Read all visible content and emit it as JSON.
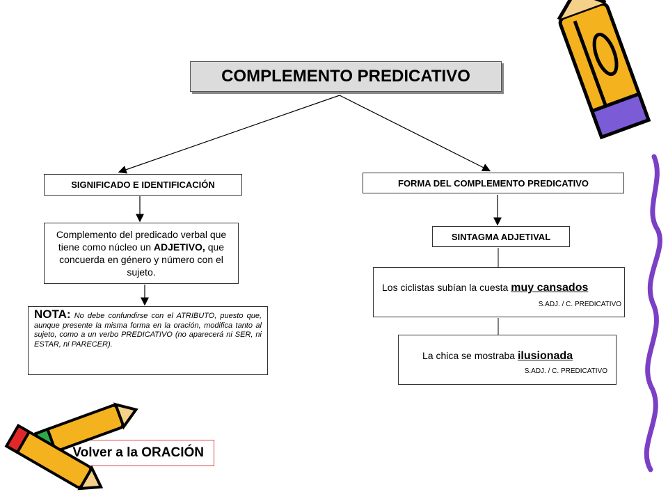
{
  "title": "COMPLEMENTO PREDICATIVO",
  "left": {
    "header": "SIGNIFICADO E IDENTIFICACIÓN",
    "definition_pre": "Complemento del predicado verbal que tiene como núcleo un",
    "definition_bold": "ADJETIVO,",
    "definition_post": "que concuerda en género y número con el sujeto.",
    "note_label": "NOTA:",
    "note_text": "No debe confundirse con el ATRIBUTO, puesto que, aunque presente la misma forma en la oración, modifica tanto al sujeto, como a un verbo PREDICATIVO (no aparecerá ni SER, ni ESTAR, ni PARECER)."
  },
  "right": {
    "header": "FORMA DEL COMPLEMENTO PREDICATIVO",
    "sintagma": "SINTAGMA ADJETIVAL",
    "example1": {
      "text": "Los ciclistas subían la cuesta",
      "highlight": "muy cansados",
      "label": "S.ADJ. / C. PREDICATIVO"
    },
    "example2": {
      "text": "La chica se mostraba",
      "highlight": "ilusionada",
      "label": "S.ADJ. / C. PREDICATIVO"
    }
  },
  "back_button": "Volver a la ORACIÓN",
  "colors": {
    "title_bg": "#dcdcdc",
    "pencil_body": "#f5b21f",
    "pencil_outline": "#000000",
    "eraser": "#7b5bd6",
    "back_border": "#dd4444"
  },
  "icons": [
    "pencil-icon",
    "pencil-pair-icon"
  ]
}
